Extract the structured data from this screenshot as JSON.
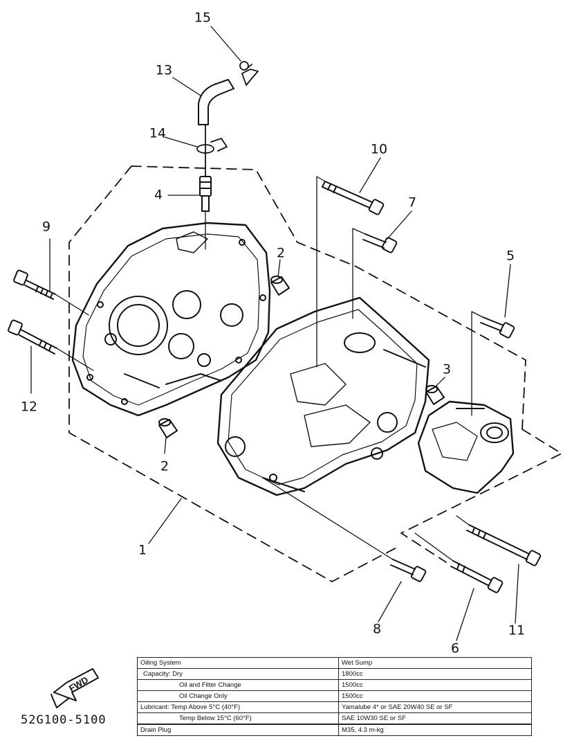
{
  "callouts": {
    "c1": "1",
    "c2a": "2",
    "c2b": "2",
    "c3": "3",
    "c4": "4",
    "c5": "5",
    "c6": "6",
    "c7": "7",
    "c8": "8",
    "c9": "9",
    "c10": "10",
    "c11": "11",
    "c12": "12",
    "c13": "13",
    "c14": "14",
    "c15": "15"
  },
  "fwd_label": "FWD",
  "part_code": "52G100-5100",
  "spec_table": {
    "rows": [
      {
        "label": "Oiling System",
        "value": "Wet Sump"
      },
      {
        "label": "Capacity: Dry",
        "value": "1800cc"
      },
      {
        "label": "Oil and Filter Change",
        "value": "1500cc"
      },
      {
        "label": "Oil Change Only",
        "value": "1500cc"
      },
      {
        "label": "Lubricant: Temp Above 5°C (40°F)",
        "value": "Yamalube 4* or SAE 20W40 SE or SF"
      },
      {
        "label": "Temp Below 15°C (60°F)",
        "value": "SAE 10W30 SE or SF"
      },
      {
        "label": "Drain Plug",
        "value": "M35, 4.3 m-kg"
      }
    ]
  }
}
